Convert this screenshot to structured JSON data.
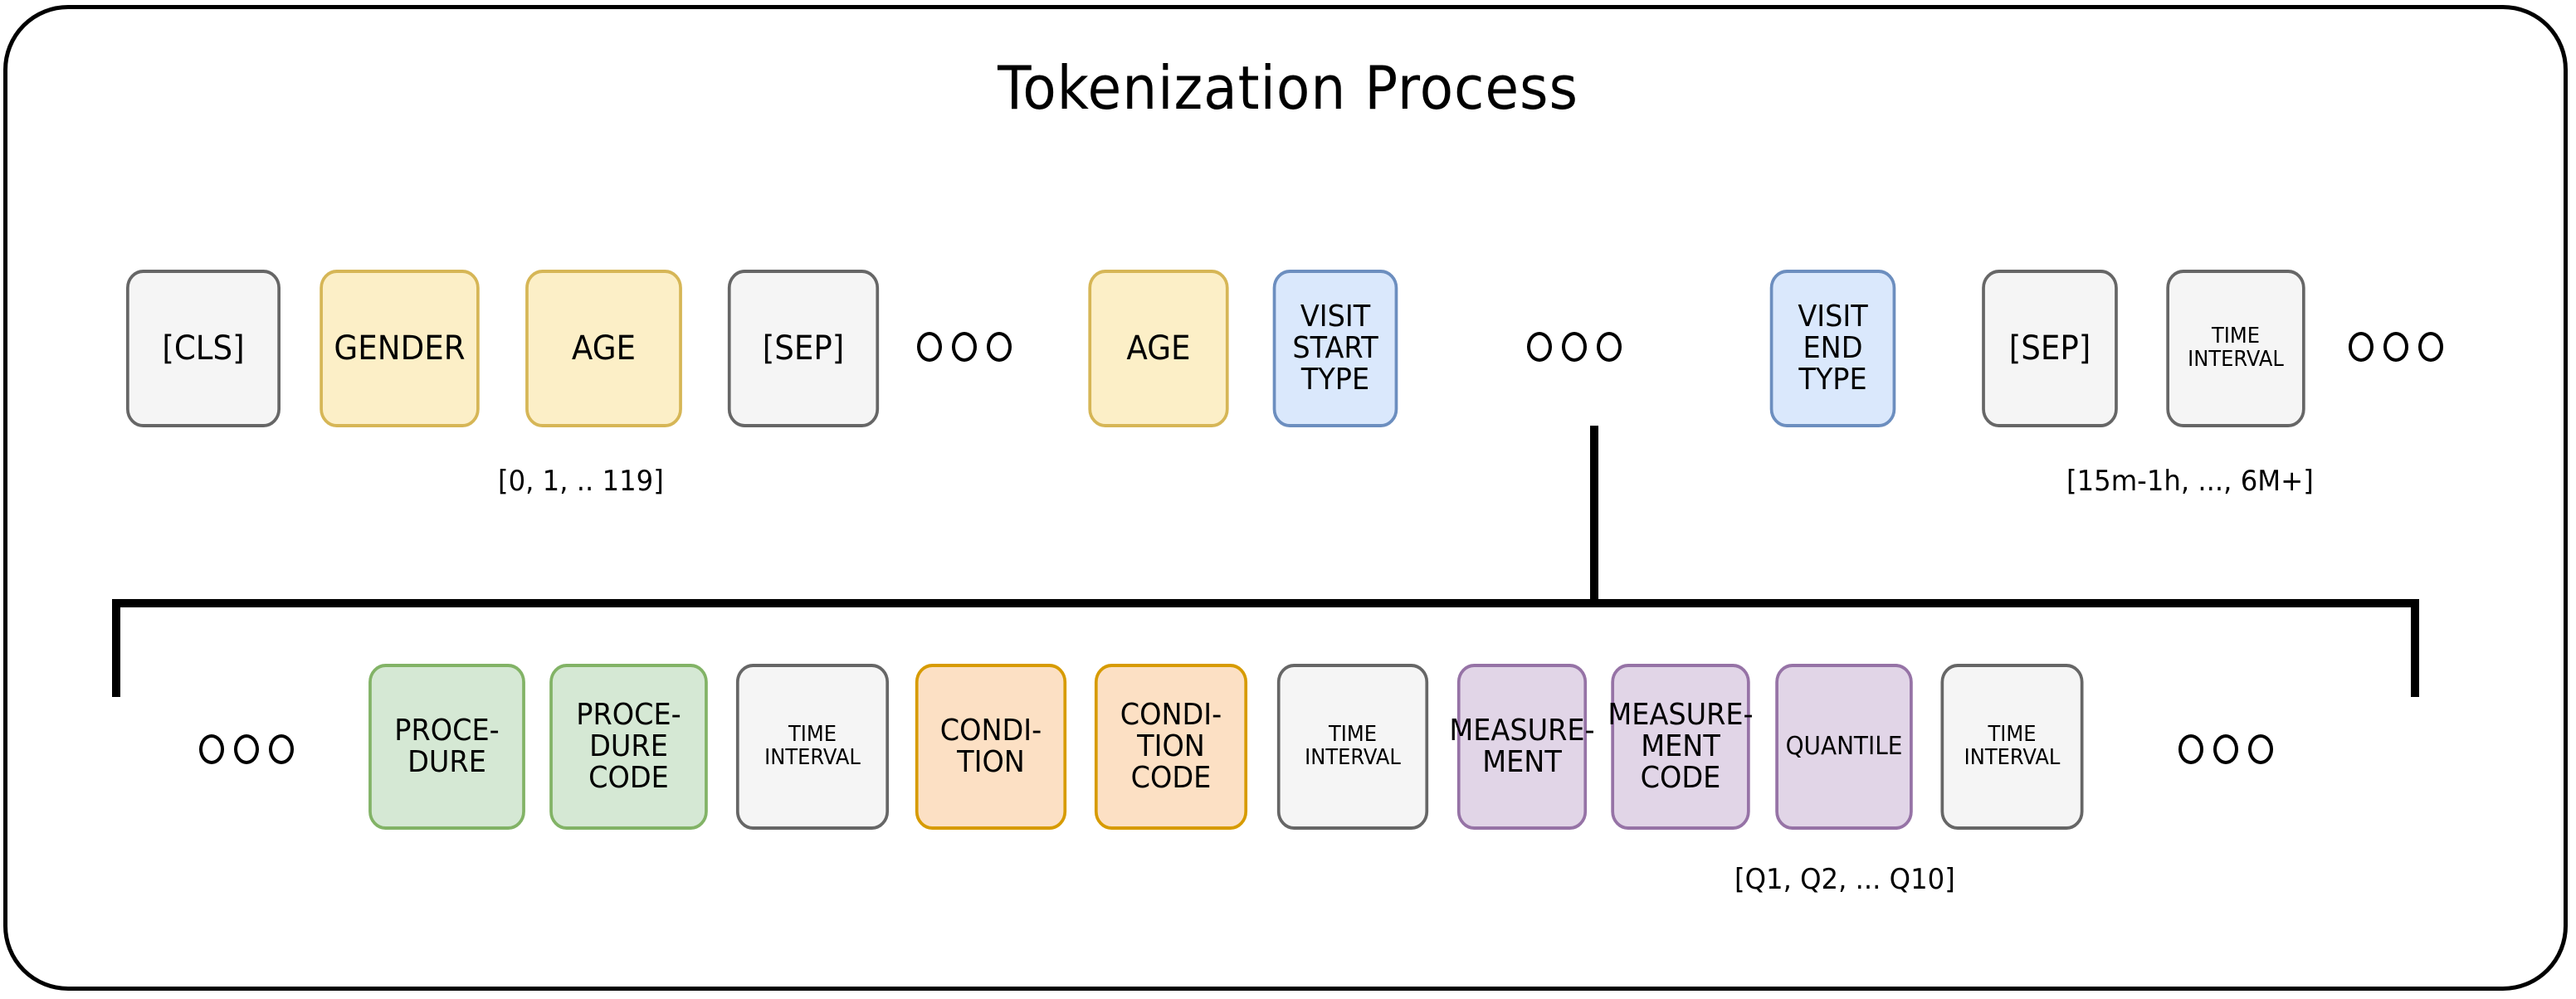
{
  "title": "Tokenization Process",
  "colors": {
    "special_fill": "#f5f5f5",
    "special_border": "#666666",
    "demographic_fill": "#fcefc7",
    "demographic_border": "#d6b656",
    "visit_fill": "#dae8fc",
    "visit_border": "#6c8ebf",
    "procedure_fill": "#d5e8d4",
    "procedure_border": "#82b366",
    "condition_fill": "#fce0c4",
    "condition_border": "#d79b00",
    "measurement_fill": "#e1d5e7",
    "measurement_border": "#9673a6",
    "frame_border": "#000000"
  },
  "top_sequence": [
    {
      "label": "[CLS]",
      "type": "special"
    },
    {
      "label": "GENDER",
      "type": "demographic"
    },
    {
      "label": "AGE",
      "type": "demographic"
    },
    {
      "label": "[SEP]",
      "type": "special"
    },
    {
      "label": "ooo",
      "type": "ellipsis"
    },
    {
      "label": "AGE",
      "type": "demographic"
    },
    {
      "label": "VISIT\nSTART\nTYPE",
      "type": "visit"
    },
    {
      "label": "ooo",
      "type": "ellipsis"
    },
    {
      "label": "VISIT\nEND\nTYPE",
      "type": "visit"
    },
    {
      "label": "[SEP]",
      "type": "special"
    },
    {
      "label": "TIME\nINTERVAL",
      "type": "special"
    },
    {
      "label": "ooo",
      "type": "ellipsis"
    }
  ],
  "bottom_sequence": [
    {
      "label": "ooo",
      "type": "ellipsis"
    },
    {
      "label": "PROCE-\nDURE",
      "type": "procedure"
    },
    {
      "label": "PROCE-\nDURE\nCODE",
      "type": "procedure"
    },
    {
      "label": "TIME\nINTERVAL",
      "type": "special"
    },
    {
      "label": "CONDI-\nTION",
      "type": "condition"
    },
    {
      "label": "CONDI-\nTION\nCODE",
      "type": "condition"
    },
    {
      "label": "TIME\nINTERVAL",
      "type": "special"
    },
    {
      "label": "MEASURE-\nMENT",
      "type": "measurement"
    },
    {
      "label": "MEASURE-\nMENT\nCODE",
      "type": "measurement"
    },
    {
      "label": "QUANTILE",
      "type": "measurement"
    },
    {
      "label": "TIME\nINTERVAL",
      "type": "special"
    },
    {
      "label": "ooo",
      "type": "ellipsis"
    }
  ],
  "captions": {
    "age_range": "[0, 1, .. 119]",
    "time_interval_range": "[15m-1h, ..., 6M+]",
    "quantile_range": "[Q1, Q2, ... Q10]"
  }
}
